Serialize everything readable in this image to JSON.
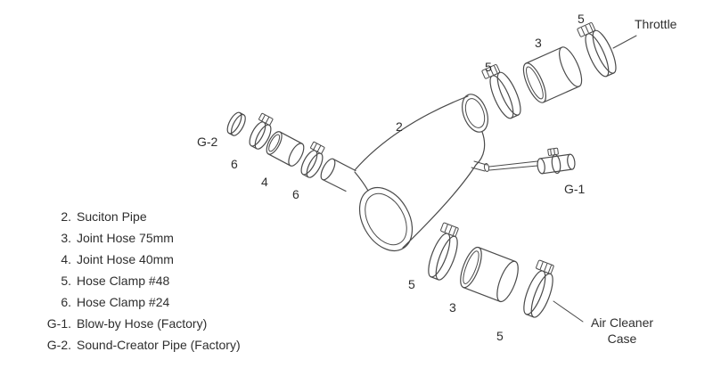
{
  "colors": {
    "line": "#4a4a4a",
    "text": "#2e2e2e",
    "background": "#ffffff"
  },
  "legend": {
    "items": [
      {
        "label": "2.",
        "text": "Suciton Pipe"
      },
      {
        "label": "3.",
        "text": "Joint Hose 75mm"
      },
      {
        "label": "4.",
        "text": "Joint Hose 40mm"
      },
      {
        "label": "5.",
        "text": "Hose Clamp #48"
      },
      {
        "label": "6.",
        "text": "Hose Clamp #24"
      },
      {
        "label": "G-1.",
        "text": "Blow-by Hose (Factory)"
      },
      {
        "label": "G-2.",
        "text": "Sound-Creator Pipe (Factory)"
      }
    ]
  },
  "callouts": {
    "throttle": "Throttle",
    "air_cleaner_line1": "Air Cleaner",
    "air_cleaner_line2": "Case",
    "g1": "G-1",
    "g2": "G-2",
    "pipe": "2",
    "hose75_top": "3",
    "hose75_bottom": "3",
    "hose40": "4",
    "clamp48_top_outer": "5",
    "clamp48_top_inner": "5",
    "clamp48_bottom_left": "5",
    "clamp48_bottom_right": "5",
    "clamp24_left": "6",
    "clamp24_right": "6"
  }
}
